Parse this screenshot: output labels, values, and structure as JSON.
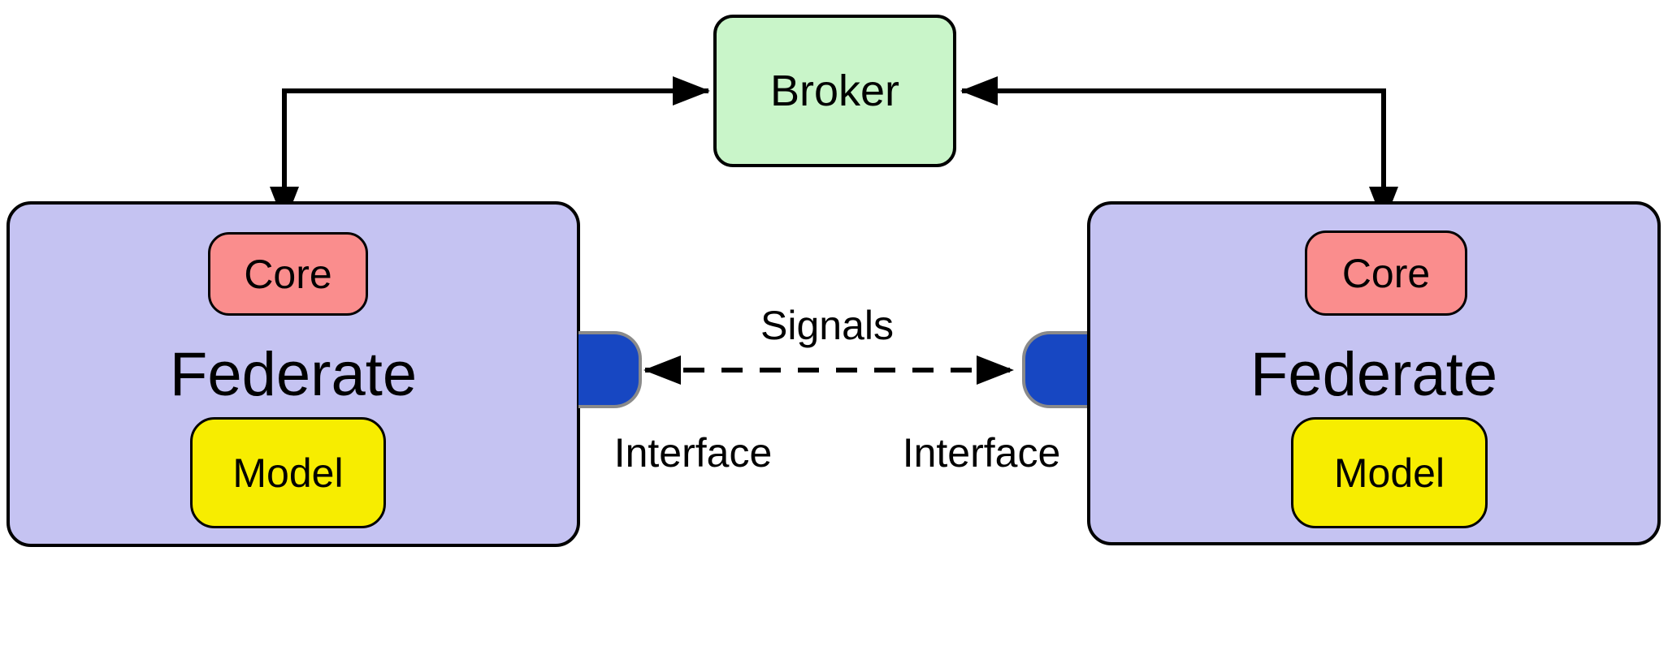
{
  "broker": {
    "label": "Broker"
  },
  "federates": [
    {
      "label": "Federate",
      "core": "Core",
      "model": "Model",
      "interface": "Interface"
    },
    {
      "label": "Federate",
      "core": "Core",
      "model": "Model",
      "interface": "Interface"
    }
  ],
  "signals": {
    "label": "Signals"
  },
  "edges": [
    {
      "from": "left-federate-core",
      "to": "broker",
      "style": "solid",
      "bidirectional": true
    },
    {
      "from": "right-federate-core",
      "to": "broker",
      "style": "solid",
      "bidirectional": true
    },
    {
      "from": "left-interface",
      "to": "right-interface",
      "style": "dashed",
      "bidirectional": true,
      "label": "Signals"
    }
  ],
  "colors": {
    "broker_fill": "#c9f5c9",
    "federate_fill": "#c5c3f2",
    "core_fill": "#fa8d8d",
    "model_fill": "#f7ed00",
    "interface_fill": "#1747c2",
    "interface_border": "#8a8a8a",
    "outline": "#000000",
    "background": "#ffffff"
  }
}
